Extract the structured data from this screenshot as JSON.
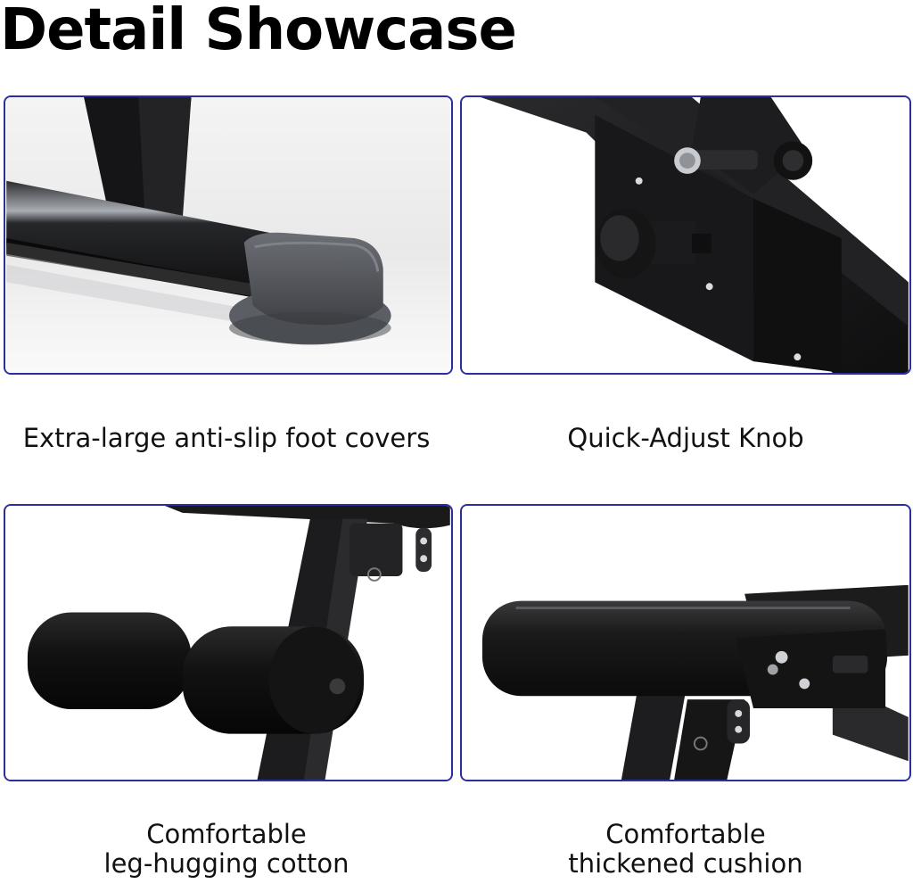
{
  "header": {
    "title": "Detail Showcase"
  },
  "panels": [
    {
      "id": "foot-covers",
      "caption_lines": [
        "Extra-large anti-slip foot covers"
      ]
    },
    {
      "id": "adjust-knob",
      "caption_lines": [
        "Quick-Adjust Knob"
      ]
    },
    {
      "id": "leg-cotton",
      "caption_lines": [
        "Comfortable",
        "leg-hugging cotton"
      ]
    },
    {
      "id": "cushion",
      "caption_lines": [
        "Comfortable",
        "thickened cushion"
      ]
    }
  ],
  "colors": {
    "panel_border": "#2b2f9e",
    "frame_metal": "#1b1b1d",
    "foot_rubber": "#54565c",
    "foam_black": "#121212"
  }
}
